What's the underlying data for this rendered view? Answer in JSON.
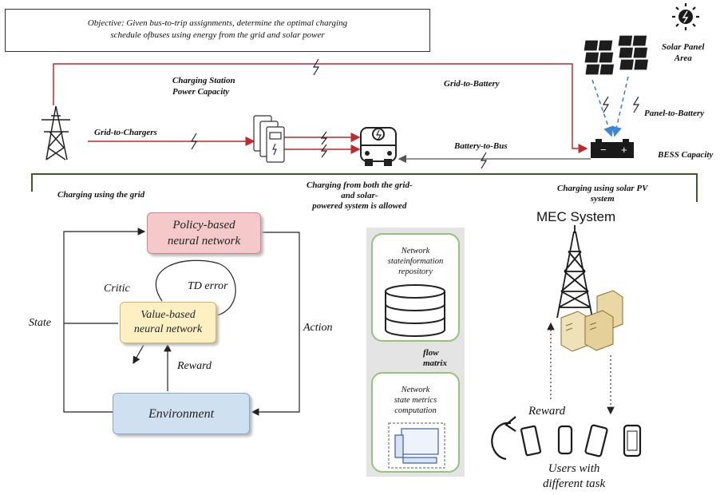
{
  "objective": {
    "line1": "Objective: Given bus-to-trip assignments, determine the optimal charging",
    "line2": "schedule ofbuses using energy from the grid and solar power"
  },
  "top": {
    "charging_station_capacity_1": "Charging Station",
    "charging_station_capacity_2": "Power Capacity",
    "grid_to_chargers": "Grid-to-Chargers",
    "grid_to_battery": "Grid-to-Battery",
    "battery_to_bus": "Battery-to-Bus",
    "panel_to_battery": "Panel-to-Battery",
    "bess_capacity": "BESS Capacity",
    "solar_panel_area_1": "Solar Panel",
    "solar_panel_area_2": "Area"
  },
  "sections": {
    "grid": "Charging using the grid",
    "both_1": "Charging from both the grid-",
    "both_2": "and solar-",
    "both_3": "powered system is allowed",
    "solar": "Charging using solar PV",
    "solar_2": "system"
  },
  "rl": {
    "policy_1": "Policy-based",
    "policy_2": "neural network",
    "value_1": "Value-based",
    "value_2": "neural network",
    "environment": "Environment",
    "critic": "Critic",
    "td_error": "TD error",
    "state": "State",
    "action": "Action",
    "reward": "Reward"
  },
  "network": {
    "repo_1": "Network",
    "repo_2": "stateinformation",
    "repo_3": "repository",
    "flow_1": "flow",
    "flow_2": "matrix",
    "metrics_1": "Network",
    "metrics_2": "state metrics",
    "metrics_3": "computation"
  },
  "mec": {
    "title": "MEC System",
    "reward": "Reward",
    "users_1": "Users with",
    "users_2": "different task"
  },
  "colors": {
    "grid_line": "#c0282d",
    "solar_arrow": "#3b87d6",
    "section_line": "#3d5a2a",
    "green_box": "#93c47d",
    "policy_fill": "#f5c9c9",
    "value_fill": "#fff0c3",
    "env_fill": "#cfe0f1"
  },
  "icons": [
    "transmission-tower-icon",
    "charger-icon",
    "bus-icon",
    "battery-icon",
    "solar-panel-icon",
    "sun-icon",
    "lightning-icon",
    "database-icon",
    "computer-icon",
    "cell-tower-icon",
    "server-icon",
    "phone-icon"
  ]
}
